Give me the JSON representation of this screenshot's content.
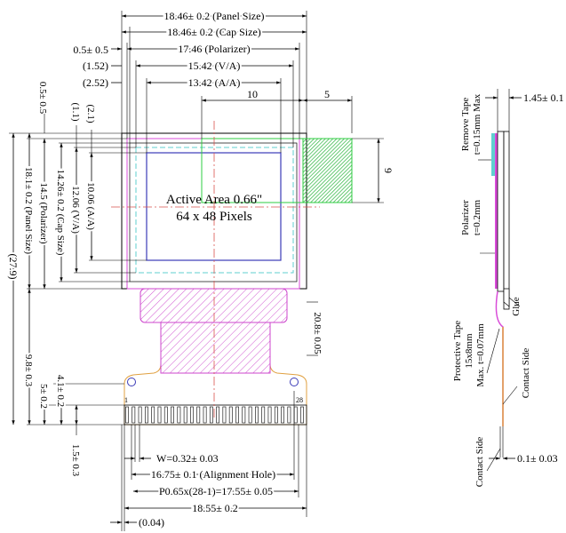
{
  "top_dims": {
    "panel_size": "18.46± 0.2 (Panel Size)",
    "cap_size": "18.46± 0.2 (Cap Size)",
    "polarizer_offset": "0.5± 0.5",
    "polarizer": "17.46 (Polarizer)",
    "va_offset": "(1.52)",
    "va": "15.42 (V/A)",
    "aa_offset": "(2.52)",
    "aa": "13.42 (A/A)",
    "ten": "10",
    "five": "5"
  },
  "left_dims": {
    "offset_top": "0.5± 0.5",
    "offset_11": "(1.1)",
    "offset_21": "(2.1)",
    "aa": "10.06 (A/A)",
    "va": "12.06 (V/A)",
    "cap": "14.26± 0.2 (Cap Size)",
    "polarizer": "14.5 (Polarizer)",
    "panel": "18.1± 0.2 (Panel Size)",
    "total": "(27.9)",
    "fpc": "9.8± 0.3",
    "five": "5± 0.2",
    "four": "4.1± 0.2",
    "one_five": "1.5± 0.3"
  },
  "right_dim": {
    "nine": "9"
  },
  "center": {
    "active_area": "Active Area 0.66\"",
    "pixels": "64 x 48 Pixels",
    "fpc_width": "20.8± 0.05"
  },
  "pins": {
    "first": "1",
    "last": "28"
  },
  "bottom_dims": {
    "w": "W=0.32± 0.03",
    "alignment": "16.75± 0.1 (Alignment Hole)",
    "pitch": "P0.65x(28-1)=17.55± 0.05",
    "width": "18.55± 0.2",
    "offset": "(0.04)"
  },
  "side_view": {
    "thickness": "1.45± 0.1",
    "remove_tape_1": "Remove Tape",
    "remove_tape_2": "t=0.15mm Max",
    "polarizer_1": "Polarizer",
    "polarizer_2": "t=0.2mm",
    "glue": "Glue",
    "protective_1": "Protective Tape",
    "protective_2": "15x8mm",
    "protective_3": "Max. t=0.07mm",
    "contact_side_right": "Contact Side",
    "contact_side_left": "Contact Side",
    "fpc_thickness": "0.1± 0.03"
  },
  "colors": {
    "outline": "#000000",
    "polarizer": "#d84bd8",
    "cap": "#5fcfcf",
    "active": "#3b3bb8",
    "center_line": "#d9534f",
    "green_area": "#2ecc40",
    "fpc": "#e0a040",
    "hatch": "#cc44cc"
  }
}
